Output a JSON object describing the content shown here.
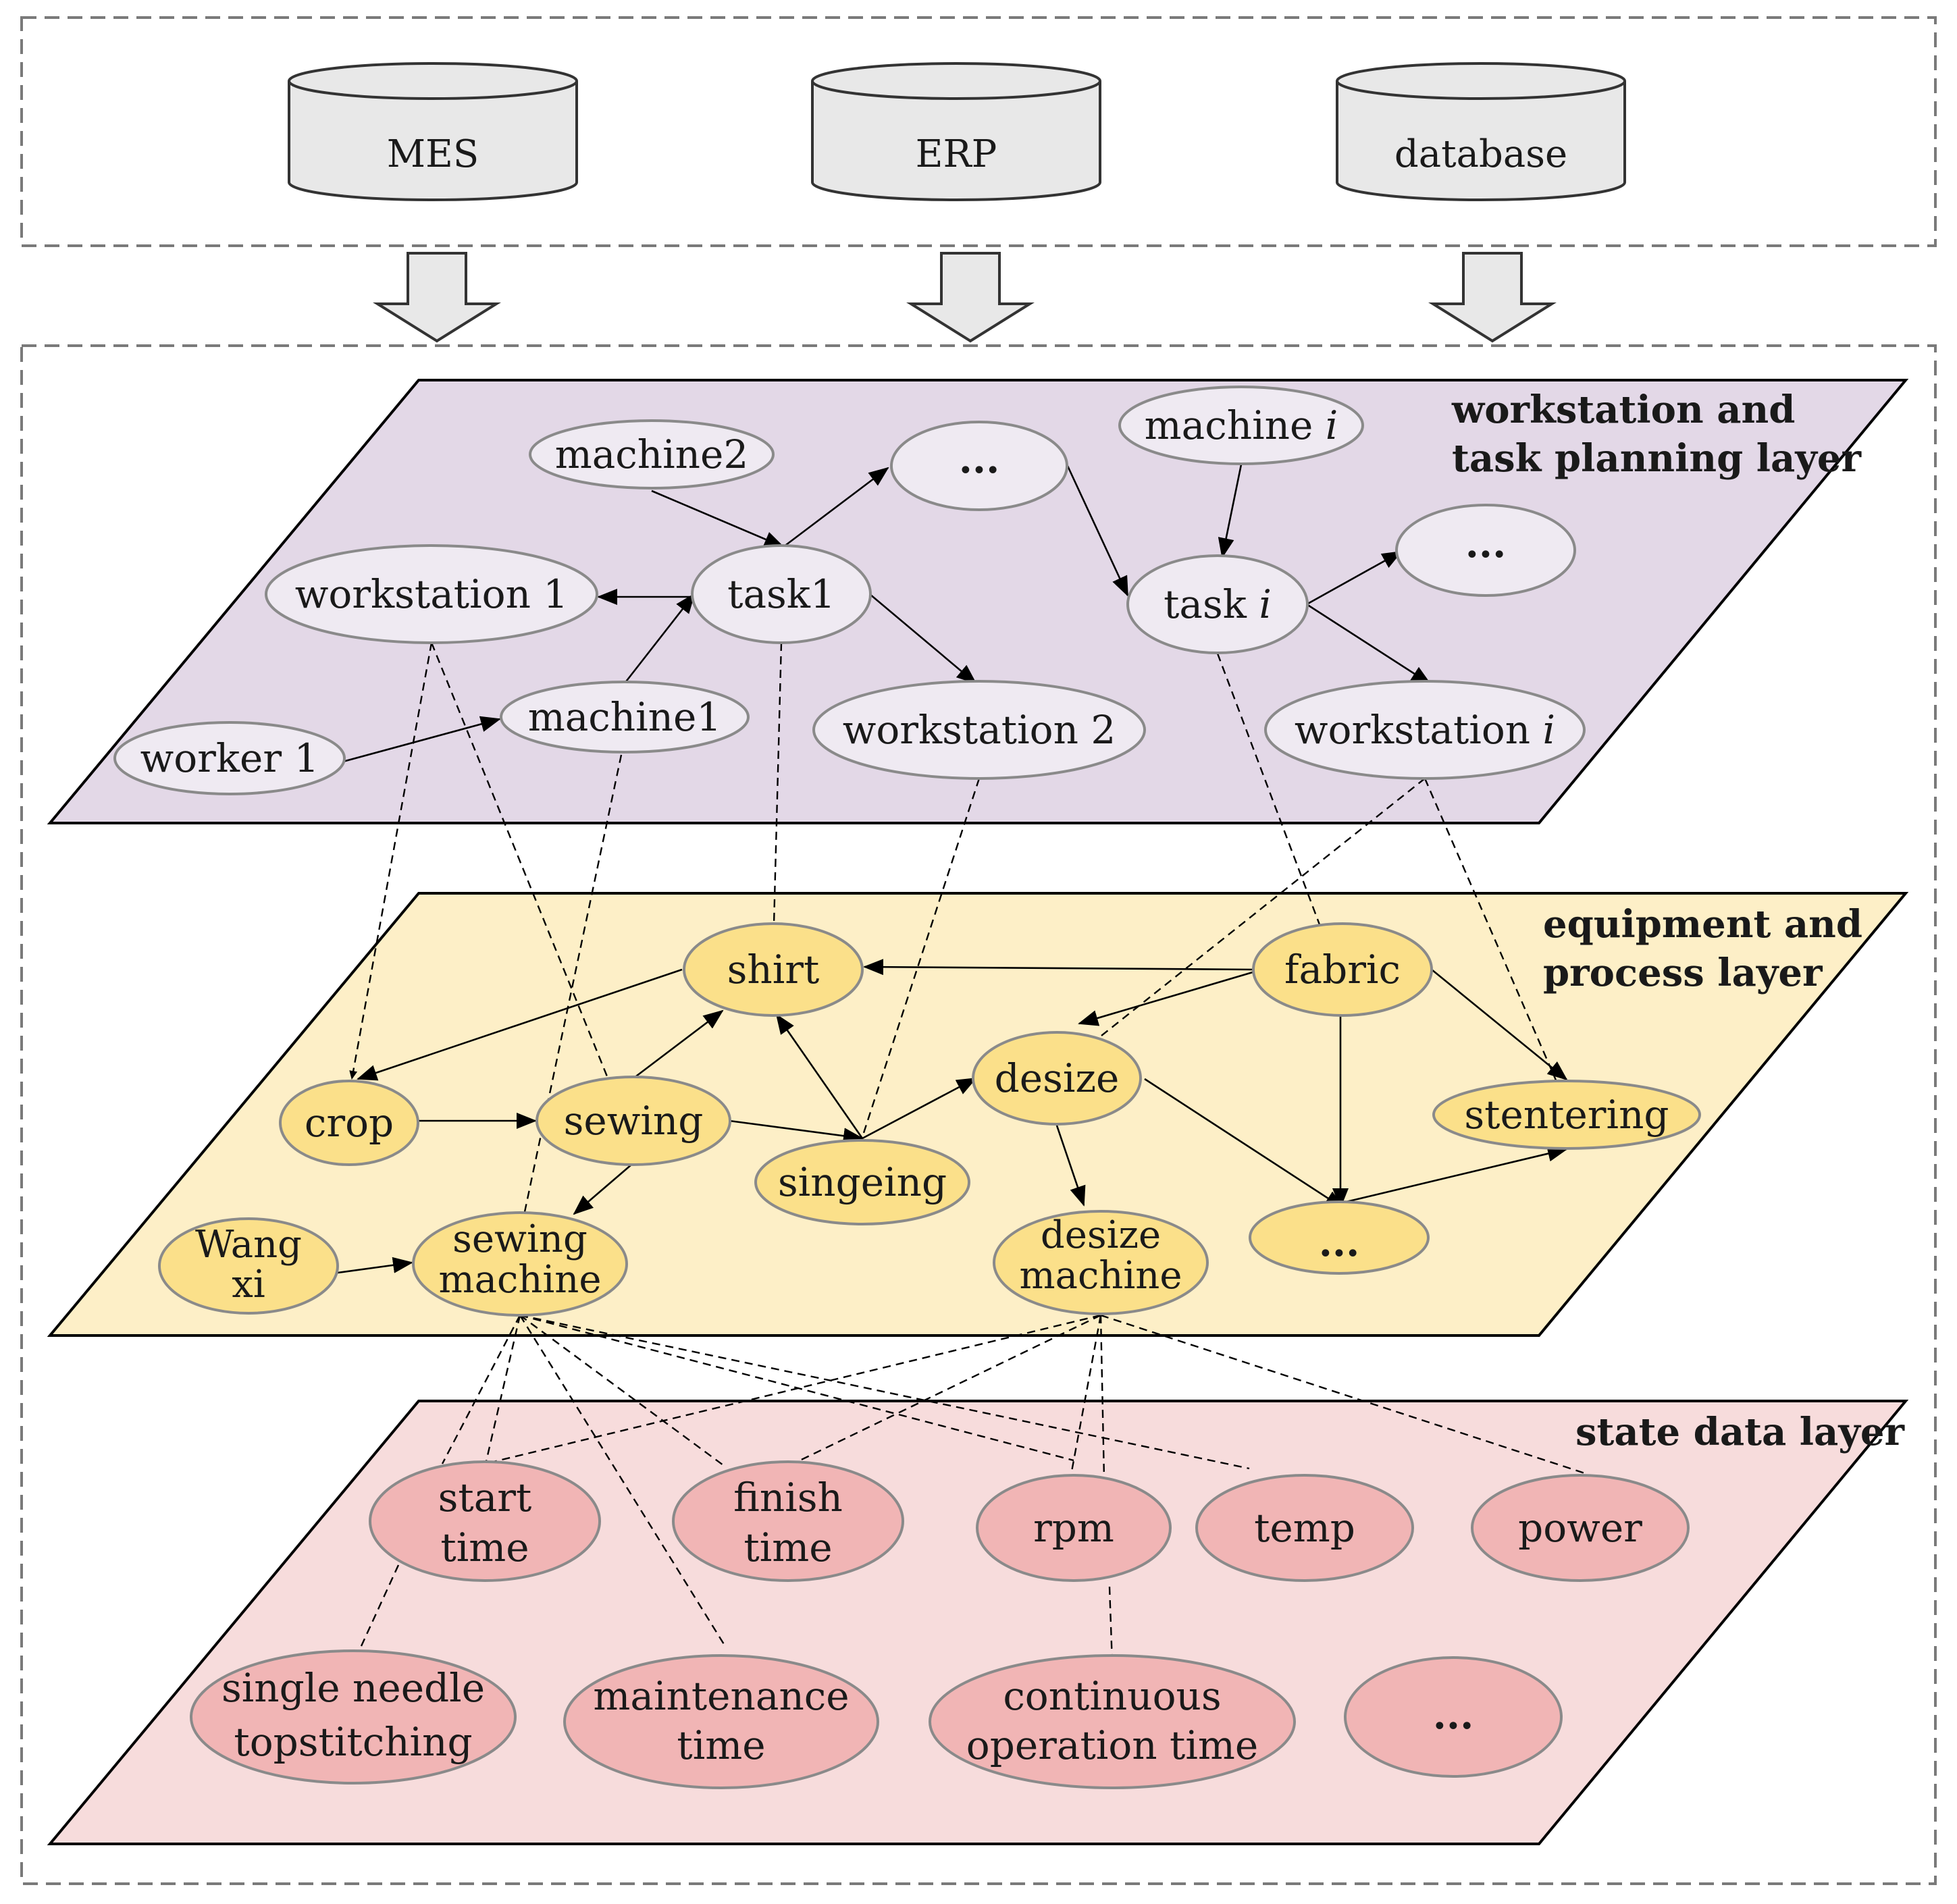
{
  "sources": {
    "mes": "MES",
    "erp": "ERP",
    "database": "database"
  },
  "layers": {
    "workstation": {
      "title_line1": "workstation and",
      "title_line2": "task planning layer",
      "color": "#e3d8e7",
      "node_fill": "#efeaf2"
    },
    "equipment": {
      "title_line1": "equipment and",
      "title_line2": "process layer",
      "color": "#fdefc7",
      "node_fill": "#fbe08a"
    },
    "state": {
      "title_line1": "state data layer",
      "color": "#f7dcdc",
      "node_fill": "#f1b5b5"
    }
  },
  "workstation_nodes": {
    "machine2": "machine2",
    "ellipsis_top": "...",
    "machine_i_prefix": "machine ",
    "machine_i_var": "i",
    "workstation1": "workstation 1",
    "task1": "task1",
    "task_i_prefix": "task ",
    "task_i_var": "i",
    "ellipsis_right": "...",
    "machine1": "machine1",
    "workstation2": "workstation 2",
    "workstation_i_prefix": "workstation ",
    "workstation_i_var": "i",
    "worker1": "worker 1"
  },
  "equipment_nodes": {
    "shirt": "shirt",
    "fabric": "fabric",
    "crop": "crop",
    "sewing": "sewing",
    "desize": "desize",
    "stentering": "stentering",
    "singeing": "singeing",
    "wang_xi_line1": "Wang",
    "wang_xi_line2": "xi",
    "sewing_machine_line1": "sewing",
    "sewing_machine_line2": "machine",
    "desize_machine_line1": "desize",
    "desize_machine_line2": "machine",
    "ellipsis": "..."
  },
  "state_nodes": {
    "start_time_line1": "start",
    "start_time_line2": "time",
    "finish_time_line1": "finish",
    "finish_time_line2": "time",
    "rpm": "rpm",
    "temp": "temp",
    "power": "power",
    "single_needle_line1": "single needle",
    "single_needle_line2": "topstitching",
    "maintenance_line1": "maintenance",
    "maintenance_line2": "time",
    "continuous_line1": "continuous",
    "continuous_line2": "operation time",
    "ellipsis": "..."
  }
}
